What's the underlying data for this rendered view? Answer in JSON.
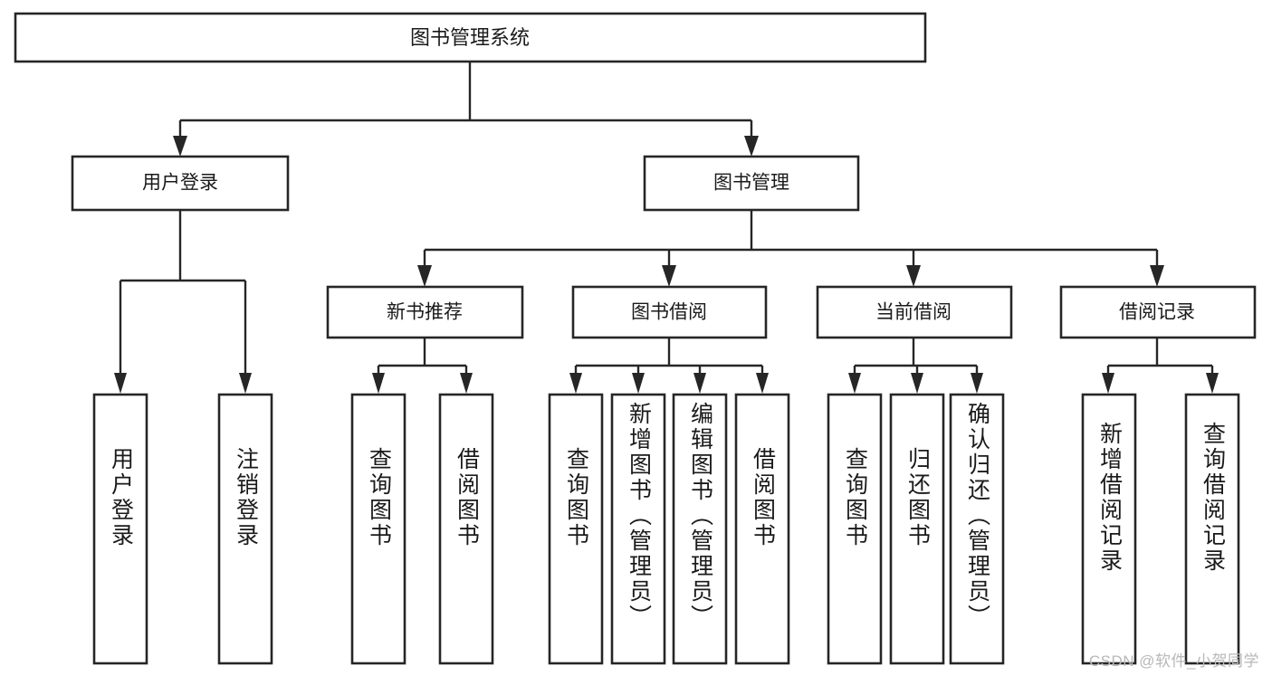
{
  "diagram": {
    "type": "hierarchy-tree",
    "title": "图书管理系统",
    "watermark": "CSDN @软件_小贺同学",
    "colors": {
      "stroke": "#262626",
      "fill": "#ffffff",
      "text": "#1a1a1a",
      "watermark": "#b8b8b8",
      "background": "#ffffff"
    },
    "levels": [
      {
        "level": 1,
        "nodes": [
          {
            "id": "root",
            "label": "图书管理系统",
            "orientation": "horizontal"
          }
        ]
      },
      {
        "level": 2,
        "nodes": [
          {
            "id": "n-login",
            "label": "用户登录",
            "orientation": "horizontal",
            "parent": "root"
          },
          {
            "id": "n-bookmgmt",
            "label": "图书管理",
            "orientation": "horizontal",
            "parent": "root"
          }
        ]
      },
      {
        "level": 3,
        "nodes": [
          {
            "id": "n-newbook",
            "label": "新书推荐",
            "orientation": "horizontal",
            "parent": "n-bookmgmt"
          },
          {
            "id": "n-borrow",
            "label": "图书借阅",
            "orientation": "horizontal",
            "parent": "n-bookmgmt"
          },
          {
            "id": "n-current",
            "label": "当前借阅",
            "orientation": "horizontal",
            "parent": "n-bookmgmt"
          },
          {
            "id": "n-record",
            "label": "借阅记录",
            "orientation": "horizontal",
            "parent": "n-bookmgmt"
          }
        ]
      },
      {
        "level": 4,
        "nodes": [
          {
            "id": "l1",
            "label": "用户登录",
            "orientation": "vertical",
            "parent": "n-login"
          },
          {
            "id": "l2",
            "label": "注销登录",
            "orientation": "vertical",
            "parent": "n-login"
          },
          {
            "id": "l3",
            "label": "查询图书",
            "orientation": "vertical",
            "parent": "n-newbook"
          },
          {
            "id": "l4",
            "label": "借阅图书",
            "orientation": "vertical",
            "parent": "n-newbook"
          },
          {
            "id": "l5",
            "label": "查询图书",
            "orientation": "vertical",
            "parent": "n-borrow"
          },
          {
            "id": "l6",
            "label": "新增图书（管理员）",
            "orientation": "vertical",
            "parent": "n-borrow"
          },
          {
            "id": "l7",
            "label": "编辑图书（管理员）",
            "orientation": "vertical",
            "parent": "n-borrow"
          },
          {
            "id": "l8",
            "label": "借阅图书",
            "orientation": "vertical",
            "parent": "n-borrow"
          },
          {
            "id": "l9",
            "label": "查询图书",
            "orientation": "vertical",
            "parent": "n-current"
          },
          {
            "id": "l10",
            "label": "归还图书",
            "orientation": "vertical",
            "parent": "n-current"
          },
          {
            "id": "l11",
            "label": "确认归还（管理员）",
            "orientation": "vertical",
            "parent": "n-current"
          },
          {
            "id": "l12",
            "label": "新增借阅记录",
            "orientation": "vertical",
            "parent": "n-record"
          },
          {
            "id": "l13",
            "label": "查询借阅记录",
            "orientation": "vertical",
            "parent": "n-record"
          }
        ]
      }
    ]
  }
}
